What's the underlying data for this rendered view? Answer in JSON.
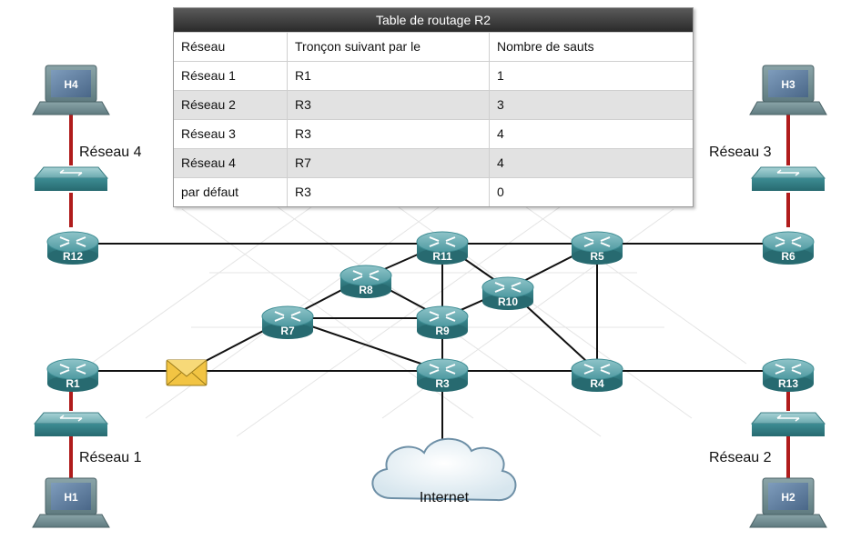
{
  "routing_table": {
    "title": "Table de routage R2",
    "headers": [
      "Réseau",
      "Tronçon suivant par le",
      "Nombre de sauts"
    ],
    "rows": [
      [
        "Réseau 1",
        "R1",
        "1"
      ],
      [
        "Réseau 2",
        "R3",
        "3"
      ],
      [
        "Réseau 3",
        "R3",
        "4"
      ],
      [
        "Réseau 4",
        "R7",
        "4"
      ],
      [
        "par défaut",
        "R3",
        "0"
      ]
    ]
  },
  "networks": {
    "net1": "Réseau 1",
    "net2": "Réseau 2",
    "net3": "Réseau 3",
    "net4": "Réseau 4"
  },
  "routers": {
    "r1": "R1",
    "r3": "R3",
    "r4": "R4",
    "r5": "R5",
    "r6": "R6",
    "r7": "R7",
    "r8": "R8",
    "r9": "R9",
    "r10": "R10",
    "r11": "R11",
    "r12": "R12",
    "r13": "R13"
  },
  "hosts": {
    "h1": "H1",
    "h2": "H2",
    "h3": "H3",
    "h4": "H4"
  },
  "internet_label": "Internet",
  "packet_icon": "envelope-icon",
  "colors": {
    "device_teal": "#3f8d93",
    "host_blue": "#5f7f9f",
    "lan_link": "#b01c1c",
    "wan_link": "#111111",
    "table_header": "#3a3a3a",
    "envelope": "#f2c443"
  }
}
